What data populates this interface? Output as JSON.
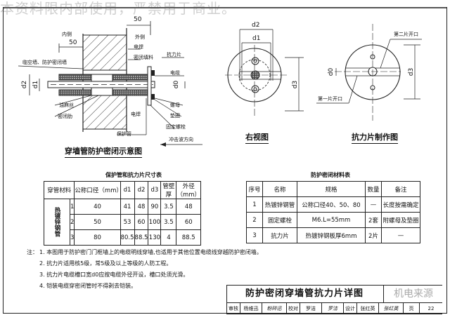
{
  "watermark": "本资料限内部使用，严禁用于商业。",
  "section_view": {
    "title": "穿墙管防护密闭示意图",
    "labels": {
      "dim_top": "50",
      "dim_left": "50",
      "inner_side": "内侧",
      "outer_side": "外侧",
      "weld_top": "电焊",
      "blast_wall": "临空墙、防护密闭墙",
      "seal_filler": "密闭填料",
      "plate": "抗力片",
      "cable": "电缆",
      "d2": "d2",
      "d1": "d1",
      "d0": "d0",
      "oakum": "油麻丝",
      "seal_rib": "密闭肋",
      "weld_bottom": "电焊",
      "nut": "螺母",
      "washer": "垫圈",
      "bolt": "固定螺栓",
      "protect_pipe": "保护管",
      "shock_dir": "冲击波方向"
    }
  },
  "right_view": {
    "title": "右视图",
    "labels": {
      "d2": "d2",
      "d1": "d1",
      "d3": "d3"
    }
  },
  "plate_view": {
    "title": "抗力片制作图",
    "labels": {
      "second_opening": "第二片开口",
      "first_opening": "第一片开口",
      "d0": "d0",
      "d3": "d3"
    }
  },
  "size_table": {
    "title": "保护管和抗力片尺寸表",
    "headers": [
      "穿管材料",
      "公称口径（mm）",
      "d1",
      "d2",
      "d3",
      "管壁厚",
      "外径（mm）"
    ],
    "material": "热镀锌钢管",
    "rows": [
      {
        "no": "1",
        "nominal": "40",
        "d1": "41",
        "d2": "48",
        "d3": "90",
        "wall": "3.5",
        "od": "48"
      },
      {
        "no": "2",
        "nominal": "50",
        "d1": "53",
        "d2": "60",
        "d3": "100",
        "wall": "3.5",
        "od": "60"
      },
      {
        "no": "3",
        "nominal": "80",
        "d1": "80.5",
        "d2": "88.5",
        "d3": "130",
        "wall": "4",
        "od": "88.5"
      }
    ]
  },
  "material_table": {
    "title": "防护密闭材料表",
    "headers": [
      "序号",
      "名称",
      "规格",
      "数量",
      "备注"
    ],
    "rows": [
      {
        "no": "1",
        "name": "热镀锌钢管",
        "spec": "公称口径40、50、80",
        "qty": "—",
        "note": "长度按需确定"
      },
      {
        "no": "2",
        "name": "固定螺栓",
        "spec": "M6.L=55mm",
        "qty": "2套",
        "note": "附螺母及垫圈"
      },
      {
        "no": "3",
        "name": "抗力片",
        "spec": "热镀锌钢板厚6mm",
        "qty": "2片",
        "note": "—"
      }
    ]
  },
  "notes": {
    "prefix": "注：",
    "items": [
      "1. 本图用于防护密门门框墙上的电缆明线穿墙,也适用于其他位置电缆线穿越防护密闭墙。",
      "2. 抗力片适用核5级，常5级及以上等级的人防工程。",
      "3. 抗力片电缆槽口宽d0应按电缆外径开设，槽口处须光滑。",
      "4. 铠装电缆穿密闭管时不得剥去铠装。"
    ]
  },
  "title_block": {
    "title": "防护密闭穿墙管抗力片详图",
    "logo": "机电来源",
    "review_label": "审核",
    "reviewer": "杨维迅",
    "reviewer_sig": "粉碎迅",
    "check_label": "校对",
    "checker": "罗洁",
    "checker_sig": "罗洁",
    "design_label": "设计",
    "designer": "张红英",
    "designer_sig": "张红英",
    "page_label": "页",
    "page": "22"
  }
}
